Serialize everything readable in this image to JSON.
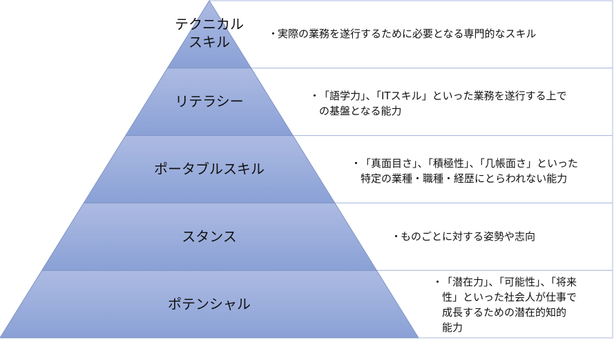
{
  "levels": [
    {
      "name": "テクニカル\nスキル",
      "name_lines": [
        "テクニカル",
        "スキル"
      ],
      "description_lines": [
        "実際の業務を遂行するために必要となる専門的なスキル"
      ]
    },
    {
      "name": "リテラシー",
      "name_lines": [
        "リテラシー"
      ],
      "description_lines": [
        "「語学力」、「ITスキル」といった業務を遂行する上で",
        "の基盤となる能力"
      ]
    },
    {
      "name": "ポータブルスキル",
      "name_lines": [
        "ポータブルスキル"
      ],
      "description_lines": [
        "「真面目さ」、「積極性」、「几帳面さ」といった",
        "特定の業種・職種・経歴にとらわれない能力"
      ]
    },
    {
      "name": "スタンス",
      "name_lines": [
        "スタンス"
      ],
      "description_lines": [
        "ものごとに対する姿勢や志向"
      ]
    },
    {
      "name": "ポテンシャル",
      "name_lines": [
        "ポテンシャル"
      ],
      "description_lines": [
        "「潜在力」、「可能性」、「将来",
        "性」といった社会人が仕事で",
        "成長するための潜在的知的",
        "能力"
      ]
    }
  ],
  "bullet": "・",
  "colors": {
    "band_light": "#adbbe2",
    "band_dark": "#8aa1d6",
    "edge": "#7f93c4",
    "box_border": "#a9b9dd"
  }
}
